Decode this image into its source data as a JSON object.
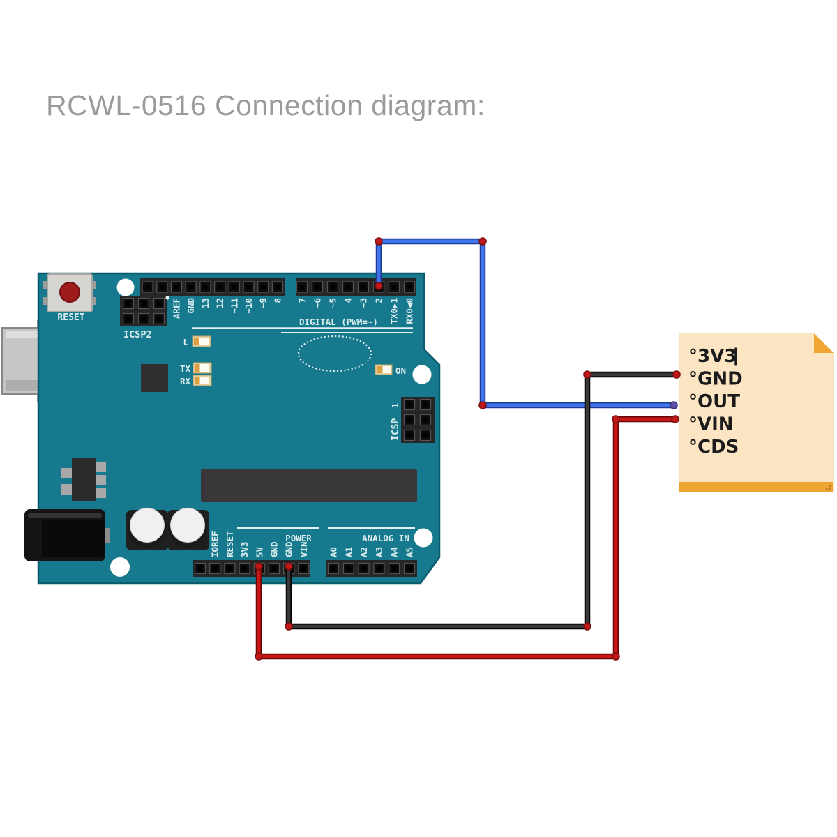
{
  "title": "RCWL-0516 Connection diagram:",
  "board": {
    "name": "Arduino Uno",
    "reset_label": "RESET",
    "icsp2_label": "ICSP2",
    "icsp_label": "ICSP",
    "icsp_pin1_label": "1",
    "led_l_label": "L",
    "led_tx_label": "TX",
    "led_rx_label": "RX",
    "led_on_label": "ON",
    "digital_caption": "DIGITAL (PWM=~)",
    "power_caption": "POWER",
    "analog_caption": "ANALOG IN",
    "digital_left_pins": [
      "AREF",
      "GND",
      "13",
      "12",
      "~11",
      "~10",
      "~9",
      "8"
    ],
    "digital_right_pins": [
      "7",
      "~6",
      "~5",
      "4",
      "~3",
      "2",
      "TX0▶1",
      "RX0◀0"
    ],
    "power_pins": [
      "IOREF",
      "RESET",
      "3V3",
      "5V",
      "GND",
      "GND",
      "VIN"
    ],
    "analog_pins": [
      "A0",
      "A1",
      "A2",
      "A3",
      "A4",
      "A5"
    ]
  },
  "module": {
    "pins": [
      "°3V3",
      "°GND",
      "°OUT",
      "°VIN",
      "°CDS"
    ],
    "cursor": "|"
  },
  "wires": [
    {
      "name": "signal-wire",
      "color": "#3f74ea",
      "from": "digital pin 2",
      "to": "OUT"
    },
    {
      "name": "ground-wire",
      "color": "#2f2f2f",
      "from": "GND",
      "to": "GND"
    },
    {
      "name": "power-wire",
      "color": "#c81515",
      "from": "5V",
      "to": "VIN"
    }
  ],
  "colors": {
    "board": "#16798d",
    "board_edge": "#0a5b6e",
    "note_bg": "#fce5c3",
    "note_strip": "#f0a431",
    "title_gray": "#9b9b9b"
  }
}
